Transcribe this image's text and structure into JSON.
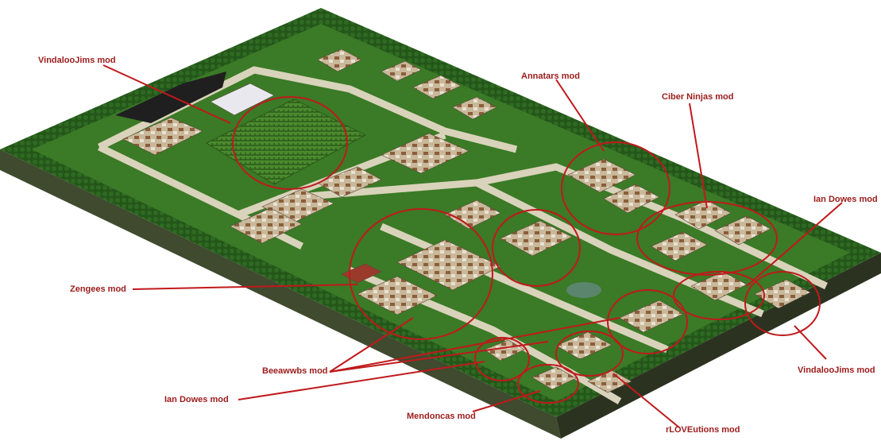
{
  "colors": {
    "label_text": "#9c1b1b",
    "annotation": "#c0191c",
    "grass": "#2d6a1f",
    "grass_light": "#4f8a2a",
    "road": "#d8d2b8",
    "border_trees": "#1f4d18",
    "maze": "#3e7a2a"
  },
  "labels": {
    "vindaloojims_top": "VindalooJims mod",
    "annatars": "Annatars mod",
    "ciber_ninjas": "Ciber Ninjas mod",
    "ian_dowes_right": "Ian Dowes mod",
    "zengees": "Zengees mod",
    "beeawwbs": "Beeawwbs mod",
    "ian_dowes_left": "Ian Dowes mod",
    "mendoncas": "Mendoncas mod",
    "rloveutions": "rLOVEutions mod",
    "vindaloojims_right": "VindalooJims mod"
  }
}
